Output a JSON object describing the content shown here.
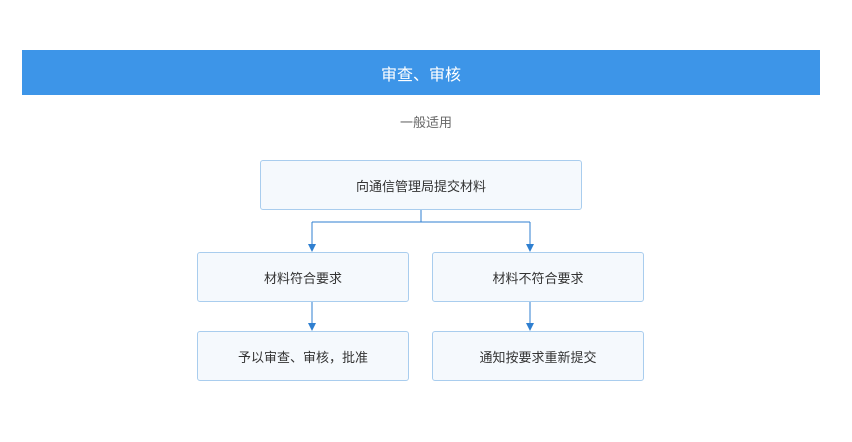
{
  "header": {
    "title": "审查、审核"
  },
  "subtitle": "一般适用",
  "flow": {
    "start": "向通信管理局提交材料",
    "branch_left": "材料符合要求",
    "branch_right": "材料不符合要求",
    "result_left": "予以审查、审核，批准",
    "result_right": "通知按要求重新提交"
  },
  "colors": {
    "header_bg": "#3d95e8",
    "box_bg": "#f5f9fd",
    "box_border": "#a9cdee",
    "connector": "#2f7fd0"
  }
}
